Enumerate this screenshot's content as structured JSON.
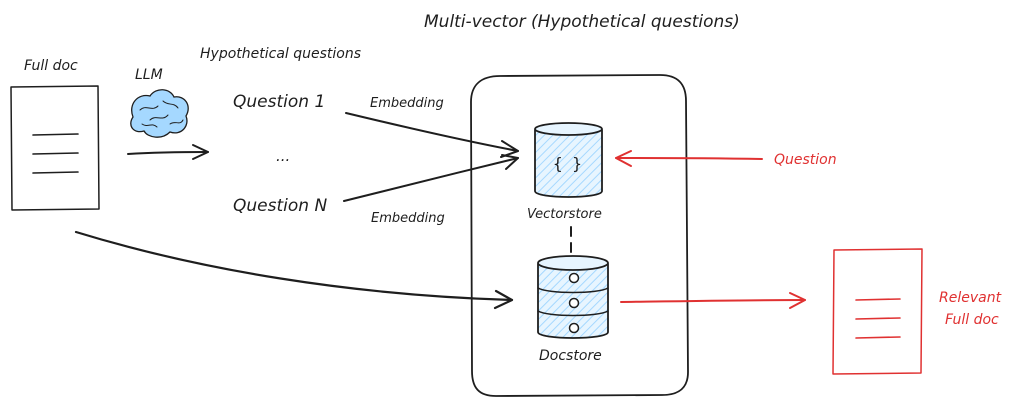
{
  "title": "Multi-vector (Hypothetical questions)",
  "full_doc_label": "Full doc",
  "llm_label": "LLM",
  "hypothetical_questions_label": "Hypothetical questions",
  "questions": {
    "first": "Question 1",
    "ellipsis": "...",
    "last": "Question N"
  },
  "embedding_labels": [
    "Embedding",
    "Embedding"
  ],
  "vectorstore": {
    "label": "Vectorstore",
    "symbol": "{ }"
  },
  "docstore_label": "Docstore",
  "query_label": "Question",
  "result_label": [
    "Relevant",
    "Full doc"
  ],
  "icons": [
    "document-icon",
    "brain-icon",
    "vectorstore-icon",
    "database-icon"
  ],
  "colors": {
    "ink": "#1e1e1e",
    "accent_red": "#e03131",
    "store_fill": "#a5d8ff",
    "brain_fill": "#a5d8ff"
  }
}
